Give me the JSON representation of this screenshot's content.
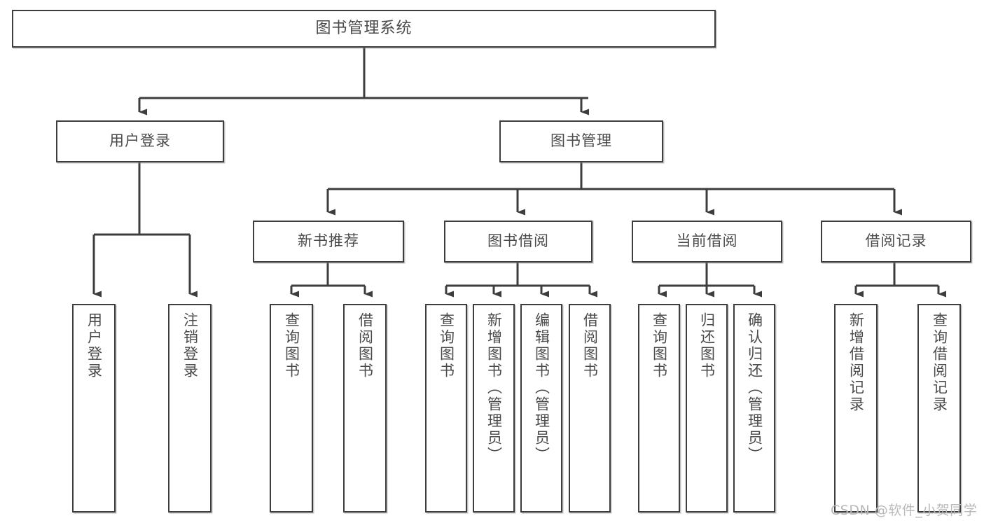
{
  "diagram": {
    "title": "图书管理系统",
    "type": "hierarchy-tree",
    "watermark": "CSDN @软件_小贺同学",
    "colors": {
      "stroke": "#3d3d3d",
      "text": "#4a4a4a",
      "background": "#ffffff",
      "watermark": "#b9b9b9"
    },
    "nodes": {
      "root": {
        "label": "图书管理系统",
        "level": 1
      },
      "level2": [
        {
          "id": "user-login",
          "label": "用户登录"
        },
        {
          "id": "book-manage",
          "label": "图书管理"
        }
      ],
      "level3": [
        {
          "id": "new-book-rec",
          "label": "新书推荐",
          "parent": "book-manage"
        },
        {
          "id": "book-borrow",
          "label": "图书借阅",
          "parent": "book-manage"
        },
        {
          "id": "current-borrow",
          "label": "当前借阅",
          "parent": "book-manage"
        },
        {
          "id": "borrow-record",
          "label": "借阅记录",
          "parent": "book-manage"
        }
      ],
      "leaves": [
        {
          "id": "leaf-user-login",
          "label": "用户登录",
          "parent": "user-login"
        },
        {
          "id": "leaf-logout",
          "label": "注销登录",
          "parent": "user-login"
        },
        {
          "id": "leaf-query-book-1",
          "label": "查询图书",
          "parent": "new-book-rec"
        },
        {
          "id": "leaf-borrow-book-1",
          "label": "借阅图书",
          "parent": "new-book-rec"
        },
        {
          "id": "leaf-query-book-2",
          "label": "查询图书",
          "parent": "book-borrow"
        },
        {
          "id": "leaf-add-book",
          "label": "新增图书（管理员）",
          "parent": "book-borrow"
        },
        {
          "id": "leaf-edit-book",
          "label": "编辑图书（管理员）",
          "parent": "book-borrow"
        },
        {
          "id": "leaf-borrow-book-2",
          "label": "借阅图书",
          "parent": "book-borrow"
        },
        {
          "id": "leaf-query-book-3",
          "label": "查询图书",
          "parent": "current-borrow"
        },
        {
          "id": "leaf-return-book",
          "label": "归还图书",
          "parent": "current-borrow"
        },
        {
          "id": "leaf-confirm-return",
          "label": "确认归还（管理员）",
          "parent": "current-borrow"
        },
        {
          "id": "leaf-add-record",
          "label": "新增借阅记录",
          "parent": "borrow-record"
        },
        {
          "id": "leaf-query-record",
          "label": "查询借阅记录",
          "parent": "borrow-record"
        }
      ]
    }
  }
}
